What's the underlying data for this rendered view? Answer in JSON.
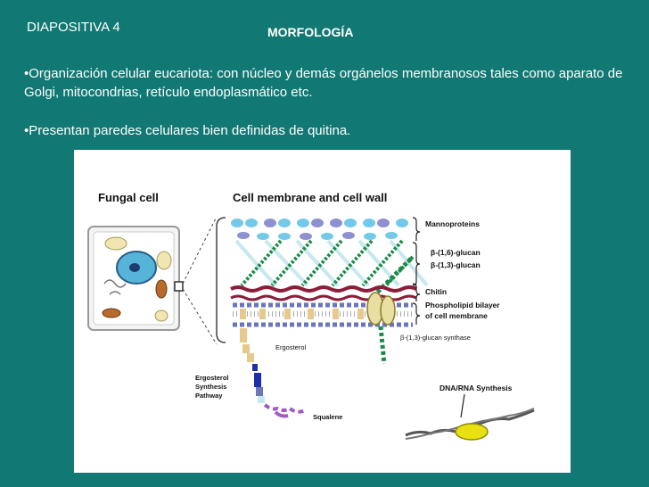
{
  "slide": {
    "number_label": "DIAPOSITIVA 4",
    "title": "MORFOLOGÍA",
    "bullets": [
      "•Organización celular eucariota: con núcleo y demás orgánelos membranosos tales como  aparato de Golgi, mitocondrias, retículo endoplasmático etc.",
      "•Presentan paredes celulares bien definidas de quitina."
    ]
  },
  "figure": {
    "left_heading": "Fungal cell",
    "right_heading": "Cell membrane and cell wall",
    "labels": {
      "mannoproteins": "Mannoproteins",
      "glucan16": "β-(1,6)-glucan",
      "glucan13": "β-(1,3)-glucan",
      "chitin": "Chitin",
      "bilayer_line1": "Phospholipid bilayer",
      "bilayer_line2": "of cell membrane",
      "synthase": "β-(1,3)-glucan synthase",
      "ergosterol": "Ergosterol",
      "pathway_line1": "Ergosterol",
      "pathway_line2": "Synthesis",
      "pathway_line3": "Pathway",
      "squalene": "Squalene",
      "dna_rna": "DNA/RNA Synthesis"
    },
    "colors": {
      "background_slide": "#127873",
      "mannoprotein": "#74c9e8",
      "mannoprotein_alt": "#8f90cf",
      "glucan_green": "#1e8a4a",
      "glucan_light": "#c7e8f0",
      "chitin": "#8b1e3a",
      "lipid_head": "#6a76b8",
      "synthase": "#e8dfa0",
      "ergosterol_bar": "#e7c98c",
      "pathway": "#1c2fa8",
      "squalene": "#a05cc0",
      "dna": "#e8e011"
    }
  }
}
